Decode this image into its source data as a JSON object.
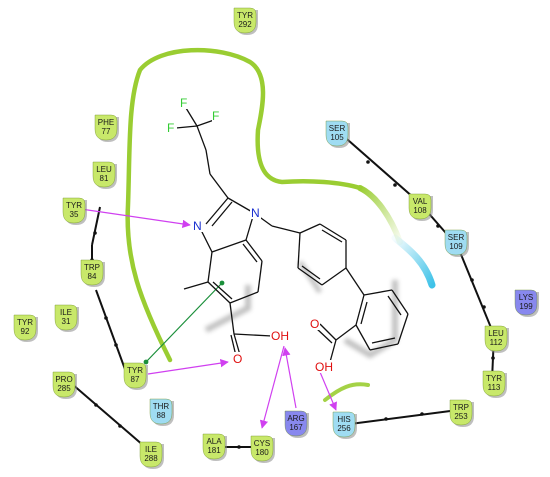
{
  "residues": [
    {
      "id": "tyr292",
      "name": "TYR",
      "num": "292",
      "kind": "hydrophobic"
    },
    {
      "id": "phe77",
      "name": "PHE",
      "num": "77",
      "kind": "hydrophobic"
    },
    {
      "id": "leu81",
      "name": "LEU",
      "num": "81",
      "kind": "hydrophobic"
    },
    {
      "id": "tyr35",
      "name": "TYR",
      "num": "35",
      "kind": "hydrophobic"
    },
    {
      "id": "trp84",
      "name": "TRP",
      "num": "84",
      "kind": "hydrophobic"
    },
    {
      "id": "ile31",
      "name": "ILE",
      "num": "31",
      "kind": "hydrophobic"
    },
    {
      "id": "tyr92",
      "name": "TYR",
      "num": "92",
      "kind": "hydrophobic"
    },
    {
      "id": "pro285",
      "name": "PRO",
      "num": "285",
      "kind": "hydrophobic"
    },
    {
      "id": "tyr87",
      "name": "TYR",
      "num": "87",
      "kind": "hydrophobic"
    },
    {
      "id": "thr88",
      "name": "THR",
      "num": "88",
      "kind": "polar"
    },
    {
      "id": "ile288",
      "name": "ILE",
      "num": "288",
      "kind": "hydrophobic"
    },
    {
      "id": "ala181",
      "name": "ALA",
      "num": "181",
      "kind": "hydrophobic"
    },
    {
      "id": "cys180",
      "name": "CYS",
      "num": "180",
      "kind": "hydrophobic"
    },
    {
      "id": "arg167",
      "name": "ARG",
      "num": "167",
      "kind": "positive"
    },
    {
      "id": "his256",
      "name": "HIS",
      "num": "256",
      "kind": "polar"
    },
    {
      "id": "trp253",
      "name": "TRP",
      "num": "253",
      "kind": "hydrophobic"
    },
    {
      "id": "tyr113",
      "name": "TYR",
      "num": "113",
      "kind": "hydrophobic"
    },
    {
      "id": "leu112",
      "name": "LEU",
      "num": "112",
      "kind": "hydrophobic"
    },
    {
      "id": "lys199",
      "name": "LYS",
      "num": "199",
      "kind": "positive"
    },
    {
      "id": "ser109",
      "name": "SER",
      "num": "109",
      "kind": "polar"
    },
    {
      "id": "val108",
      "name": "VAL",
      "num": "108",
      "kind": "hydrophobic"
    },
    {
      "id": "ser105",
      "name": "SER",
      "num": "105",
      "kind": "polar"
    }
  ],
  "atoms": {
    "f1": "F",
    "f2": "F",
    "f3": "F",
    "n1": "N",
    "n2": "N",
    "o1": "O",
    "oh1": "OH",
    "o2": "O",
    "oh2": "OH"
  },
  "colors": {
    "hydrophobic": "#c8e86a",
    "polar": "#9fdcf2",
    "positive": "#8888ee",
    "pocket": "#9acd32",
    "hbond": "#d040f0",
    "pistack": "#1a8f3a",
    "oxygen": "#e01010",
    "nitrogen": "#1a2fd0",
    "fluorine": "#33cc33",
    "chain": "#111111"
  }
}
